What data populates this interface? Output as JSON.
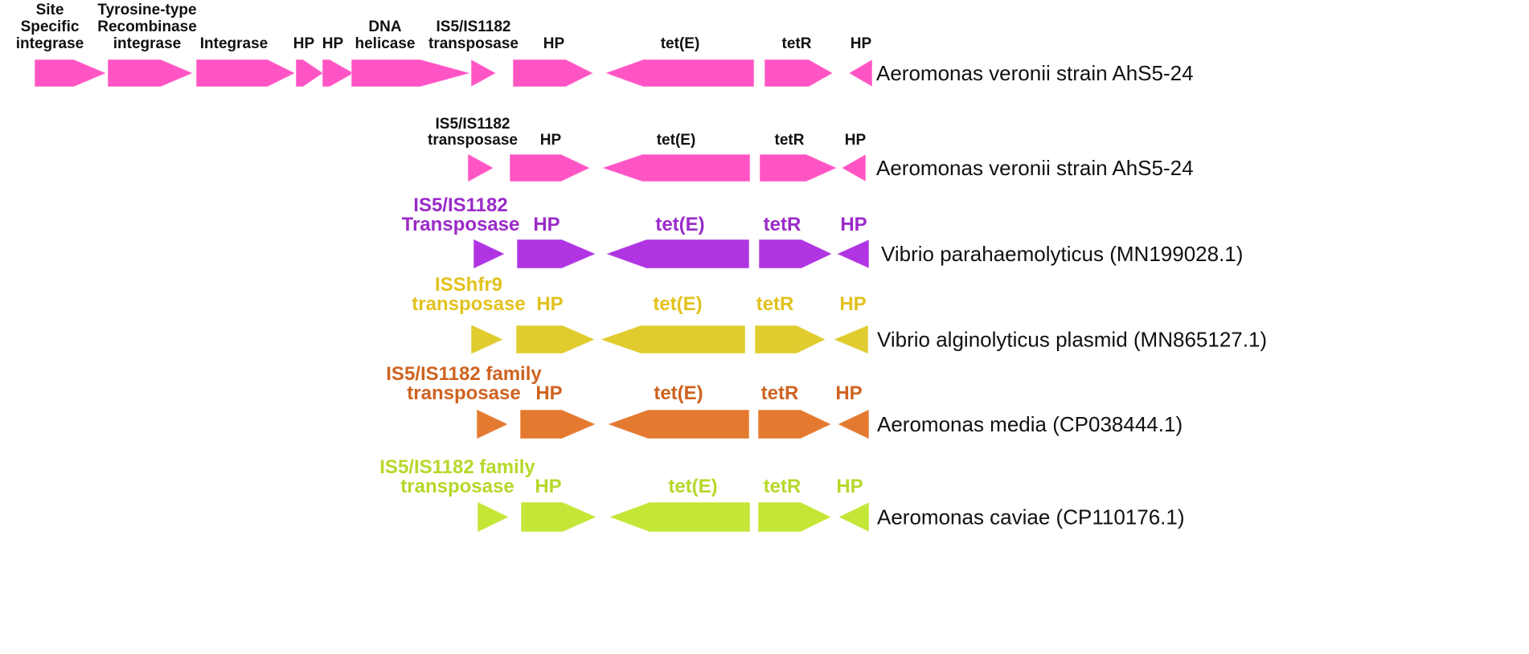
{
  "colors": {
    "track1": "#ff55c4",
    "track2": "#ff55c4",
    "track3": "#b034e2",
    "track4": "#e0cc2e",
    "track5": "#e47a30",
    "track6": "#c4e636",
    "label1": "#111111",
    "label2": "#111111",
    "label3": "#9a2bc8",
    "label4": "#e2c21e",
    "label5": "#cf6320",
    "label6": "#b6d82a"
  },
  "tracks": [
    {
      "organism": "Aeromonas veronii strain AhS5-24",
      "genes": [
        {
          "label": [
            "Site",
            "Specific",
            "integrase"
          ],
          "strand": "+"
        },
        {
          "label": [
            "Tyrosine-type",
            "Recombinase",
            "integrase"
          ],
          "strand": "+"
        },
        {
          "label": [
            "Integrase"
          ],
          "strand": "+"
        },
        {
          "label": [
            "HP"
          ],
          "strand": "+"
        },
        {
          "label": [
            "HP"
          ],
          "strand": "+"
        },
        {
          "label": [
            "DNA",
            "helicase"
          ],
          "strand": "+"
        },
        {
          "label": [
            "IS5/IS1182",
            "transposase"
          ],
          "strand": "+"
        },
        {
          "label": [
            "HP"
          ],
          "strand": "+"
        },
        {
          "label": [
            "tet(E)"
          ],
          "strand": "-"
        },
        {
          "label": [
            "tetR"
          ],
          "strand": "+"
        },
        {
          "label": [
            "HP"
          ],
          "strand": "-"
        }
      ]
    },
    {
      "organism": "Aeromonas veronii strain AhS5-24",
      "genes": [
        {
          "label": [
            "IS5/IS1182",
            "transposase"
          ],
          "strand": "+"
        },
        {
          "label": [
            "HP"
          ],
          "strand": "+"
        },
        {
          "label": [
            "tet(E)"
          ],
          "strand": "-"
        },
        {
          "label": [
            "tetR"
          ],
          "strand": "+"
        },
        {
          "label": [
            "HP"
          ],
          "strand": "-"
        }
      ]
    },
    {
      "organism": "Vibrio parahaemolyticus (MN199028.1)",
      "genes": [
        {
          "label": [
            "IS5/IS1182",
            "Transposase"
          ],
          "strand": "+"
        },
        {
          "label": [
            "HP"
          ],
          "strand": "+"
        },
        {
          "label": [
            "tet(E)"
          ],
          "strand": "-"
        },
        {
          "label": [
            "tetR"
          ],
          "strand": "+"
        },
        {
          "label": [
            "HP"
          ],
          "strand": "-"
        }
      ]
    },
    {
      "organism": "Vibrio alginolyticus plasmid (MN865127.1)",
      "genes": [
        {
          "label": [
            "ISShfr9",
            "transposase"
          ],
          "strand": "+"
        },
        {
          "label": [
            "HP"
          ],
          "strand": "+"
        },
        {
          "label": [
            "tet(E)"
          ],
          "strand": "-"
        },
        {
          "label": [
            "tetR"
          ],
          "strand": "+"
        },
        {
          "label": [
            "HP"
          ],
          "strand": "-"
        }
      ]
    },
    {
      "organism": "Aeromonas media (CP038444.1)",
      "genes": [
        {
          "label": [
            "IS5/IS1182 family",
            "transposase"
          ],
          "strand": "+"
        },
        {
          "label": [
            "HP"
          ],
          "strand": "+"
        },
        {
          "label": [
            "tet(E)"
          ],
          "strand": "-"
        },
        {
          "label": [
            "tetR"
          ],
          "strand": "+"
        },
        {
          "label": [
            "HP"
          ],
          "strand": "-"
        }
      ]
    },
    {
      "organism": "Aeromonas caviae (CP110176.1)",
      "genes": [
        {
          "label": [
            "IS5/IS1182 family",
            "transposase"
          ],
          "strand": "+"
        },
        {
          "label": [
            "HP"
          ],
          "strand": "+"
        },
        {
          "label": [
            "tet(E)"
          ],
          "strand": "-"
        },
        {
          "label": [
            "tetR"
          ],
          "strand": "+"
        },
        {
          "label": [
            "HP"
          ],
          "strand": "-"
        }
      ]
    }
  ]
}
